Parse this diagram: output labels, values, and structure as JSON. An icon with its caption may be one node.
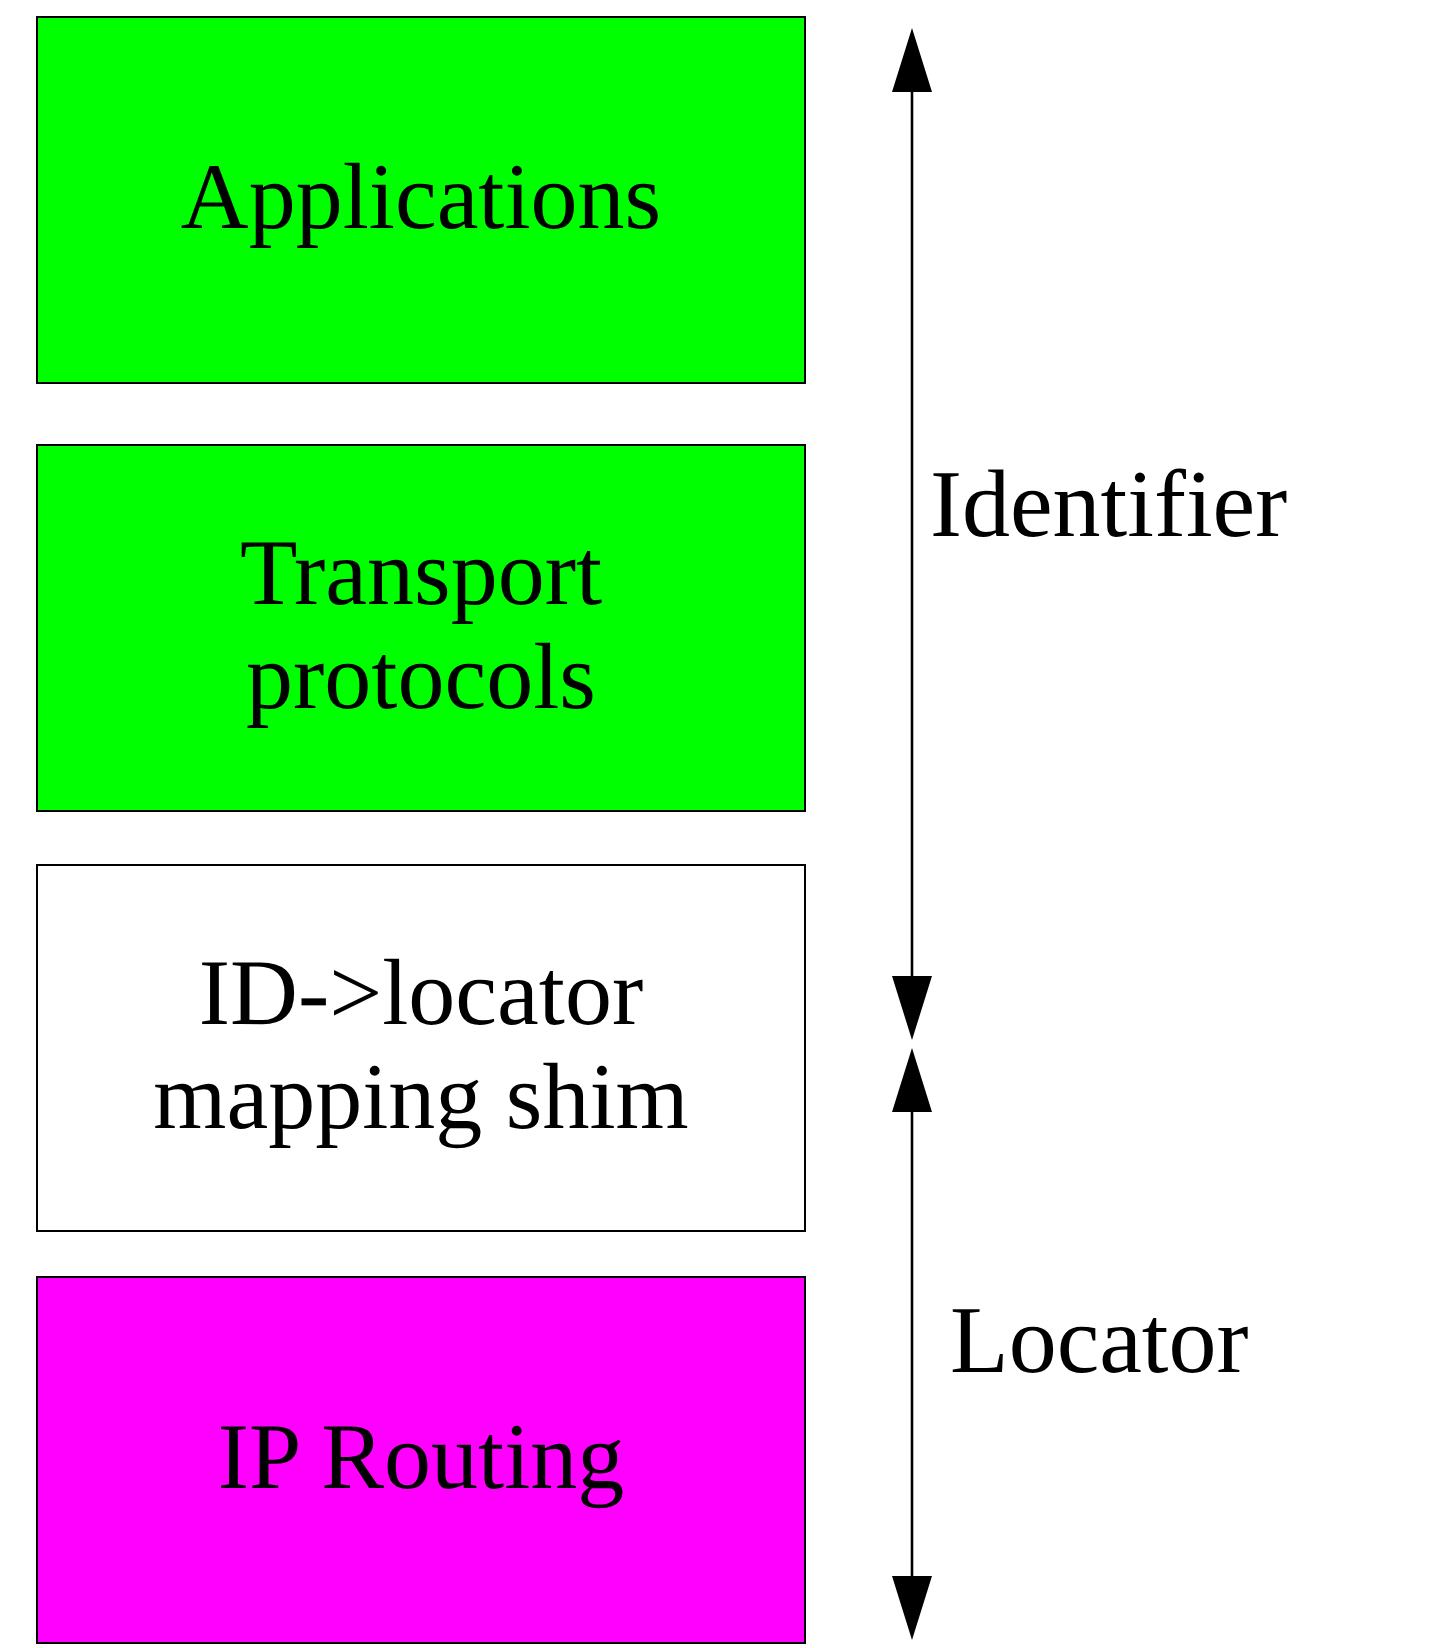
{
  "diagram": {
    "nodes": [
      {
        "text": [
          "Applications"
        ]
      },
      {
        "text": [
          "Transport protocols"
        ]
      },
      {
        "text": [
          "ID->locator mapping shim"
        ]
      },
      {
        "text": [
          "IP Routing"
        ]
      }
    ],
    "labels": [
      "Identifier",
      "Locator"
    ]
  }
}
